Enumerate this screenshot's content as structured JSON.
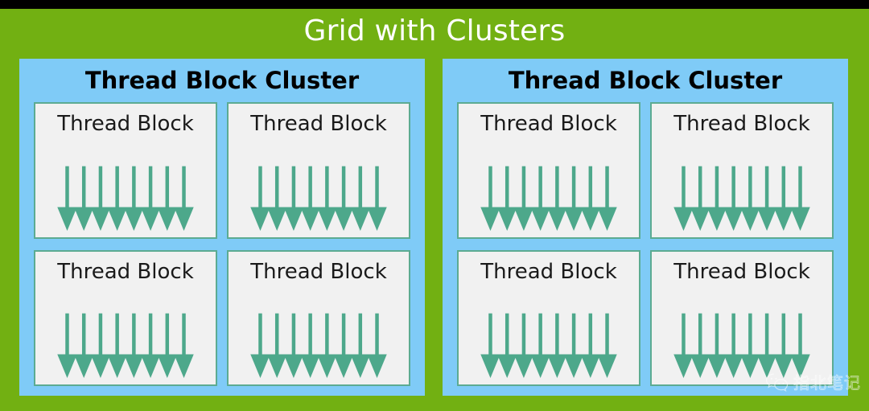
{
  "slide": {
    "title": "Grid with Clusters",
    "background_color": "#72b012",
    "title_color": "#ffffff",
    "top_bar_color": "#000000"
  },
  "clusters": [
    {
      "title": "Thread Block Cluster",
      "background_color": "#7fcbf7",
      "blocks": [
        {
          "label": "Thread Block",
          "thread_count": 8
        },
        {
          "label": "Thread Block",
          "thread_count": 8
        },
        {
          "label": "Thread Block",
          "thread_count": 8
        },
        {
          "label": "Thread Block",
          "thread_count": 8
        }
      ]
    },
    {
      "title": "Thread Block Cluster",
      "background_color": "#7fcbf7",
      "blocks": [
        {
          "label": "Thread Block",
          "thread_count": 8
        },
        {
          "label": "Thread Block",
          "thread_count": 8
        },
        {
          "label": "Thread Block",
          "thread_count": 8
        },
        {
          "label": "Thread Block",
          "thread_count": 8
        }
      ]
    }
  ],
  "block_style": {
    "fill_color": "#f1f1f1",
    "border_color": "#5cab92",
    "arrow_color": "#4da88b",
    "label_color": "#1a1a1a"
  },
  "watermark": {
    "text": "指北笔记",
    "logo": "wechat-icon"
  }
}
